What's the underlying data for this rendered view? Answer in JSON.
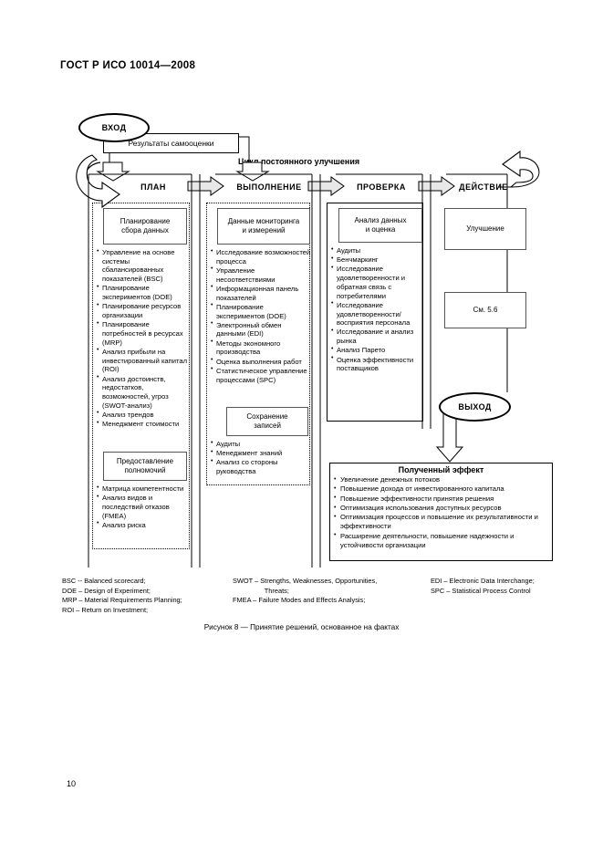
{
  "document": {
    "standard_header": "ГОСТ Р ИСО 10014—2008",
    "page_number": "10",
    "caption": "Рисунок 8 — Принятие решений, основанное на фактах"
  },
  "diagram": {
    "input_oval": "ВХОД",
    "output_oval": "ВЫХОД",
    "self_assessment_box": "Результаты самооценки",
    "cycle_label": "Цикл постоянного улучшения",
    "columns": [
      {
        "phase": "ПЛАН",
        "head_box": "Планирование\nсбора данных",
        "bullets": [
          "Управление на основе системы сбалансированных показателей (BSC)",
          "Планирование экспериментов (DOE)",
          "Планирование ресурсов организации",
          "Планирование потребностей в ресурсах (MRP)",
          "Анализ прибыли на инвестированный капитал (ROI)",
          "Анализ достоинств, недостатков, возможностей, угроз (SWOT-анализ)",
          "Анализ трендов",
          "Менеджмент стоимости"
        ],
        "mid_box": "Предоставление\nполномочий",
        "bullets2": [
          "Матрица компетентности",
          "Анализ видов и последствий отказов (FMEA)",
          "Анализ риска"
        ]
      },
      {
        "phase": "ВЫПОЛНЕНИЕ",
        "head_box": "Данные мониторинга\nи измерений",
        "bullets": [
          "Исследование возможностей процесса",
          "Управление несоответствиями",
          "Информационная панель показателей",
          "Планирование экспериментов (DOE)",
          "Электронный обмен данными (EDI)",
          "Методы экономного производства",
          "Оценка выполнения работ",
          "Статистическое управление процессами (SPC)"
        ],
        "mid_box": "Сохранение\nзаписей",
        "bullets2": [
          "Аудиты",
          "Менеджмент знаний",
          "Анализ со стороны руководства"
        ]
      },
      {
        "phase": "ПРОВЕРКА",
        "head_box": "Анализ данных\nи оценка",
        "bullets": [
          "Аудиты",
          "Бенчмаркинг",
          "Исследование удовлетворенности и обратная связь с потребителями",
          "Исследование удовлетворенности/ восприятия персонала",
          "Исследование и анализ рынка",
          "Анализ Парето",
          "Оценка эффективности поставщиков"
        ],
        "mid_box": "",
        "bullets2": []
      },
      {
        "phase": "ДЕЙСТВИЕ",
        "head_box": "Улучшение",
        "bullets": [],
        "mid_box": "См. 5.6",
        "bullets2": []
      }
    ],
    "effect": {
      "title": "Полученный эффект",
      "bullets": [
        "Увеличение денежных потоков",
        "Повышение дохода от инвестированного капитала",
        "Повышение эффективности принятия решения",
        "Оптимизация использования доступных ресурсов",
        "Оптимизация процессов и повышение их результативности и эффективности",
        "Расширение деятельности, повышение надежности и устойчивости организации"
      ]
    }
  },
  "legend": {
    "col1": "BSC -- Balanced scorecard;\nDOE – Design of Experiment;\nMRP – Material Requirements Planning;\nROI – Return on Investment;",
    "col2": "SWOT – Strengths, Weaknesses, Opportunities,\n                 Threats;\nFMEA – Failure Modes and Effects Analysis;",
    "col3": "EDI – Electronic Data Interchange;\nSPC – Statistical Process Control"
  }
}
